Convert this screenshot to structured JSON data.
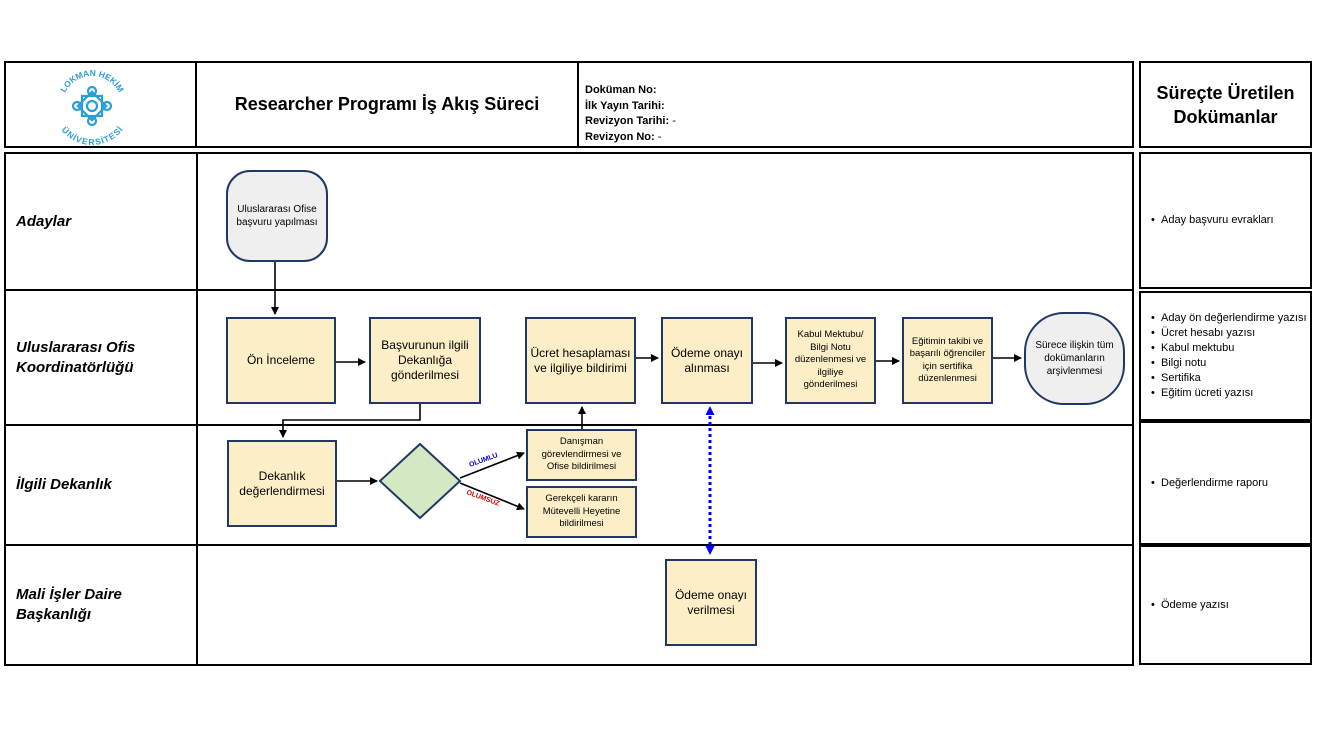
{
  "header": {
    "title": "Researcher Programı İş Akış Süreci",
    "logo_text_top": "LOKMAN HEKİM",
    "logo_text_bottom": "ÜNİVERSİTESİ",
    "meta": [
      {
        "label": "Doküman No:",
        "value": ""
      },
      {
        "label": "İlk Yayın Tarihi:",
        "value": ""
      },
      {
        "label": "Revizyon Tarihi:",
        "value": " -"
      },
      {
        "label": "Revizyon No:",
        "value": " -"
      }
    ]
  },
  "side_header": "Süreçte Üretilen Dokümanlar",
  "lanes": [
    {
      "label": "Adaylar",
      "docs": [
        "Aday başvuru evrakları"
      ]
    },
    {
      "label": "Uluslararası Ofis Koordinatörlüğü",
      "docs": [
        "Aday ön değerlendirme yazısı",
        "Ücret hesabı yazısı",
        "Kabul mektubu",
        "Bilgi notu",
        "Sertifika",
        "Eğitim ücreti yazısı"
      ]
    },
    {
      "label": "İlgili Dekanlık",
      "docs": [
        "Değerlendirme raporu"
      ]
    },
    {
      "label": "Mali İşler Daire Başkanlığı",
      "docs": [
        "Ödeme  yazısı"
      ]
    }
  ],
  "nodes": {
    "start": "Uluslararası Ofise başvuru yapılması",
    "on_inceleme": "Ön İnceleme",
    "basvuru_gonderim": "Başvurunun ilgili Dekanlığa gönderilmesi",
    "ucret": "Ücret hesaplaması ve ilgiliye bildirimi",
    "odeme_onayi": "Ödeme onayı alınması",
    "kabul": "Kabul Mektubu/ Bilgi Notu düzenlenmesi ve ilgiliye gönderilmesi",
    "egitim": "Eğitimin takibi ve başarılı öğrenciler için sertifika düzenlenmesi",
    "arsiv": "Sürece ilişkin tüm dokümanların arşivlenmesi",
    "dekanlik": "Dekanlık değerlendirmesi",
    "danisman": "Danışman görevlendirmesi ve Ofise bildirilmesi",
    "gerekceli": "Gerekçeli kararın Mütevelli Heyetine bildirilmesi",
    "odeme_verilmesi": "Ödeme onayı verilmesi"
  },
  "labels": {
    "olumlu": "OLUMLU",
    "olumsuz": "OLUMSUZ"
  },
  "colors": {
    "process_fill": "#fcefc7",
    "process_border": "#1f3864",
    "decision_fill": "#d5e8c4",
    "terminal_fill": "#efefef",
    "dotted": "#0000ff",
    "olumlu": "#0000cc",
    "olumsuz": "#dd0000"
  }
}
